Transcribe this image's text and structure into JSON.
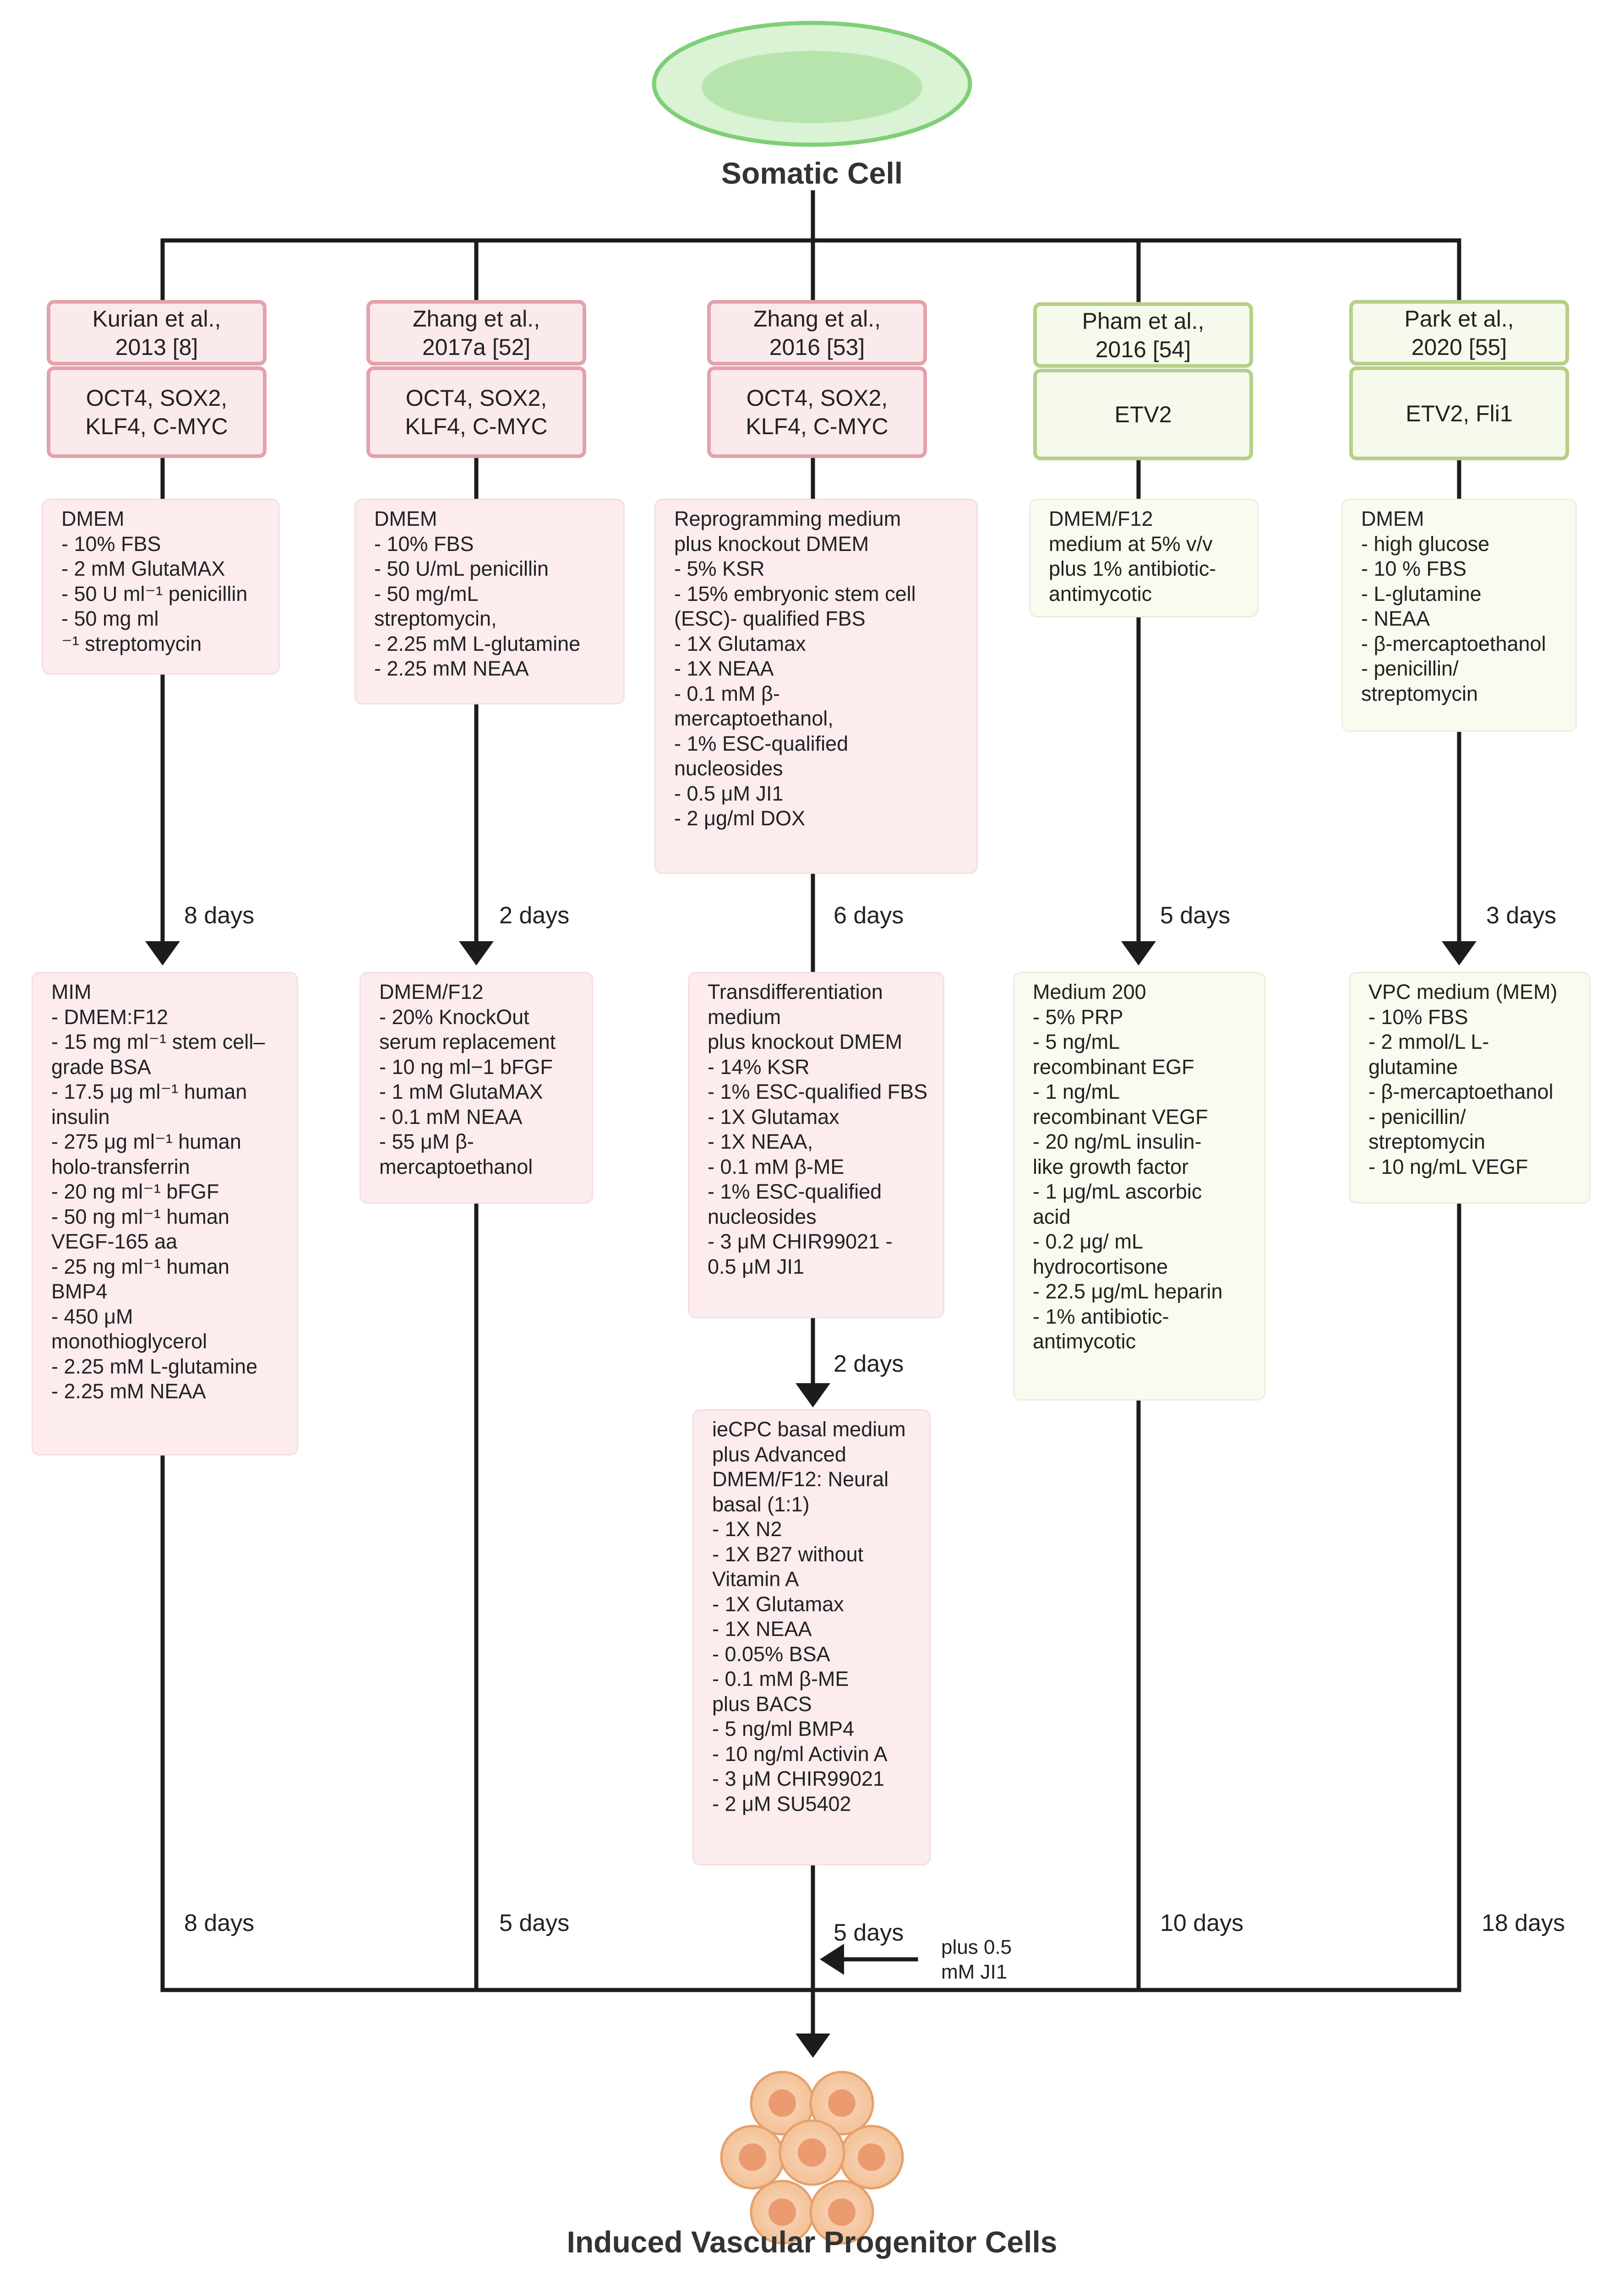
{
  "top": {
    "title": "Somatic Cell"
  },
  "bottom": {
    "title": "Induced Vascular Progenitor Cells"
  },
  "columns": [
    {
      "citation": "Kurian et al.,\n2013 [8]",
      "factors": "OCT4, SOX2,\nKLF4, C-MYC",
      "theme": "pink",
      "media": [
        "DMEM\n- 10% FBS\n- 2 mM GlutaMAX\n- 50 U ml⁻¹ penicillin\n- 50 mg ml\n⁻¹ streptomycin",
        "MIM\n- DMEM:F12\n- 15 mg ml⁻¹ stem cell–\ngrade BSA\n- 17.5 μg ml⁻¹ human\ninsulin\n- 275 μg ml⁻¹ human\nholo-transferrin\n- 20 ng ml⁻¹ bFGF\n- 50 ng ml⁻¹ human\nVEGF-165 aa\n- 25 ng ml⁻¹ human\nBMP4\n- 450 μM\nmonothioglycerol\n-  2.25 mM L-glutamine\n-  2.25 mM NEAA"
      ],
      "durations": [
        "8 days",
        "8 days"
      ]
    },
    {
      "citation": "Zhang et al.,\n2017a [52]",
      "factors": "OCT4, SOX2,\nKLF4, C-MYC",
      "theme": "pink",
      "media": [
        "DMEM\n- 10% FBS\n- 50 U/mL penicillin\n- 50 mg/mL\nstreptomycin,\n- 2.25 mM L-glutamine\n- 2.25 mM NEAA",
        "DMEM/F12\n- 20% KnockOut\nserum replacement\n- 10 ng ml−1 bFGF\n- 1 mM GlutaMAX\n- 0.1 mM NEAA\n- 55 μM β-\nmercaptoethanol"
      ],
      "durations": [
        "2 days",
        "5 days"
      ]
    },
    {
      "citation": "Zhang et al.,\n2016 [53]",
      "factors": "OCT4, SOX2,\nKLF4, C-MYC",
      "theme": "pink",
      "media": [
        "Reprogramming medium\nplus knockout DMEM\n- 5% KSR\n- 15% embryonic stem cell\n(ESC)- qualified FBS\n- 1X Glutamax\n- 1X NEAA\n- 0.1 mM β-\nmercaptoethanol,\n- 1% ESC-qualified\nnucleosides\n- 0.5 μM JI1\n- 2 μg/ml DOX",
        "Transdifferentiation\nmedium\nplus knockout DMEM\n- 14%  KSR\n- 1% ESC-qualified FBS\n- 1X Glutamax\n- 1X NEAA,\n- 0.1 mM β-ME\n- 1% ESC-qualified\nnucleosides\n- 3 μM  CHIR99021  -\n0.5 μM JI1",
        "ieCPC basal medium\nplus Advanced\nDMEM/F12: Neural\nbasal (1:1)\n- 1X N2\n- 1X B27 without\nVitamin A\n- 1X Glutamax\n- 1X NEAA\n- 0.05% BSA\n- 0.1 mM β-ME\nplus BACS\n- 5 ng/ml BMP4\n- 10 ng/ml  Activin A\n- 3 μM CHIR99021\n- 2 μM SU5402"
      ],
      "durations": [
        "6 days",
        "2 days",
        "5 days"
      ],
      "side_note": "plus 0.5\nmM JI1"
    },
    {
      "citation": "Pham et al.,\n2016 [54]",
      "factors": "ETV2",
      "theme": "green",
      "media": [
        "DMEM/F12\nmedium at 5% v/v\nplus 1% antibiotic-\nantimycotic",
        "Medium 200\n- 5% PRP\n- 5 ng/mL\nrecombinant EGF\n- 1 ng/mL\nrecombinant VEGF\n- 20 ng/mL insulin-\nlike growth factor\n- 1 μg/mL ascorbic\nacid\n- 0.2 μg/ mL\nhydrocortisone\n- 22.5 μg/mL heparin\n- 1% antibiotic-\nantimycotic"
      ],
      "durations": [
        "5 days",
        "10 days"
      ]
    },
    {
      "citation": "Park et al.,\n2020 [55]",
      "factors": "ETV2, Fli1",
      "theme": "green",
      "media": [
        "DMEM\n- high glucose\n- 10 %  FBS\n- L-glutamine\n- NEAA\n- β-mercaptoethanol\n- penicillin/\nstreptomycin",
        "VPC medium (MEM)\n- 10% FBS\n- 2 mmol/L L-\nglutamine\n- β-mercaptoethanol\n- penicillin/\nstreptomycin\n- 10 ng/mL VEGF"
      ],
      "durations": [
        "3 days",
        "18 days"
      ]
    }
  ]
}
